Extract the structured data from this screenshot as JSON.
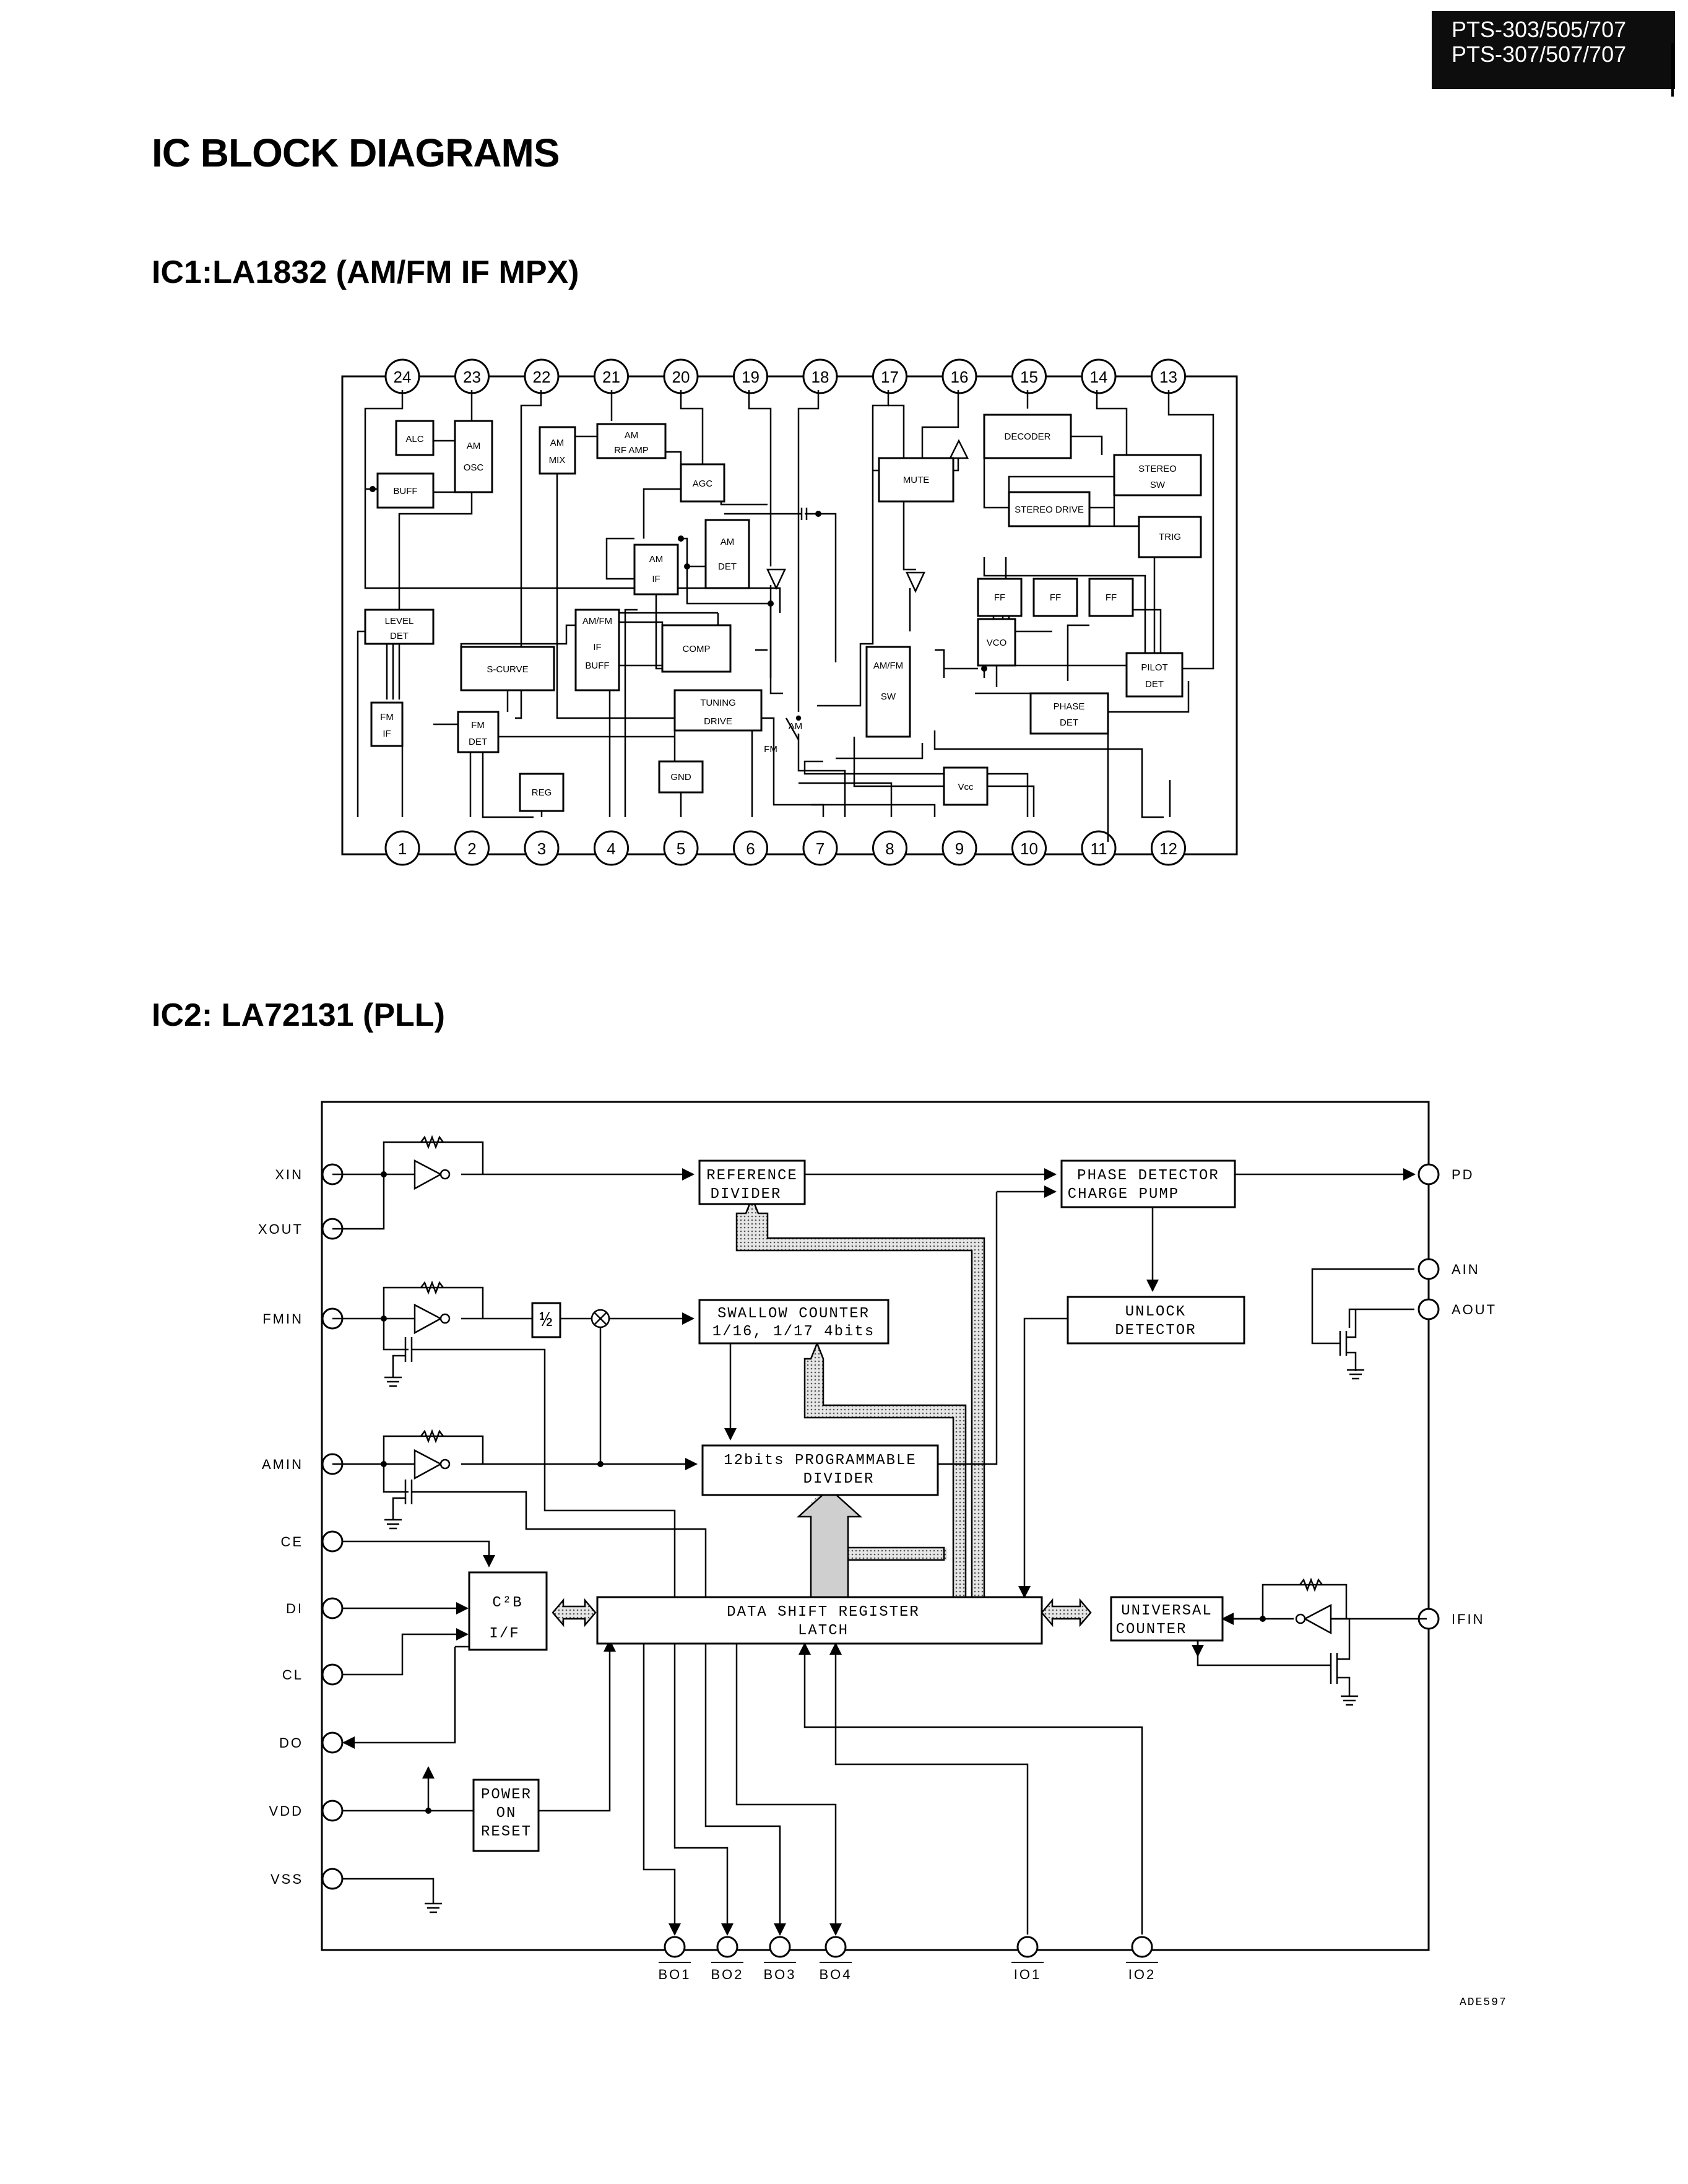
{
  "header": {
    "models": [
      "PTS-303/505/707",
      "PTS-307/507/707"
    ],
    "title": "IC BLOCK DIAGRAMS"
  },
  "ic1": {
    "title": "IC1:LA1832 (AM/FM IF MPX)",
    "top_pins": [
      "24",
      "23",
      "22",
      "21",
      "20",
      "19",
      "18",
      "17",
      "16",
      "15",
      "14",
      "13"
    ],
    "bottom_pins": [
      "1",
      "2",
      "3",
      "4",
      "5",
      "6",
      "7",
      "8",
      "9",
      "10",
      "11",
      "12"
    ],
    "blocks": {
      "alc": "ALC",
      "am_osc": [
        "AM",
        "OSC"
      ],
      "buff": "BUFF",
      "am_mix": [
        "AM",
        "MIX"
      ],
      "am_rf_amp": [
        "AM",
        "RF AMP"
      ],
      "agc": "AGC",
      "am_det": [
        "AM",
        "DET"
      ],
      "am_if": [
        "AM",
        "IF"
      ],
      "am_fm_if_buff": [
        "AM/FM",
        "IF",
        "BUFF"
      ],
      "comp": "COMP",
      "level_det": [
        "LEVEL",
        "DET"
      ],
      "s_curve": "S-CURVE",
      "fm_if": [
        "FM",
        "IF"
      ],
      "fm_det": [
        "FM",
        "DET"
      ],
      "tuning_drive": [
        "TUNING",
        "DRIVE"
      ],
      "reg": "REG",
      "gnd": "GND",
      "vcc": "Vcc",
      "mute": "MUTE",
      "decoder": "DECODER",
      "stereo_sw": [
        "STEREO",
        "SW"
      ],
      "stereo_drive": "STEREO DRIVE",
      "trig": "TRIG",
      "ff": "FF",
      "vco": "VCO",
      "am_fm_sw": [
        "AM/FM",
        "SW"
      ],
      "pilot_det": [
        "PILOT",
        "DET"
      ],
      "phase_det": [
        "PHASE",
        "DET"
      ]
    },
    "switch_labels": {
      "am": "AM",
      "fm": "FM"
    }
  },
  "ic2": {
    "title": "IC2: LA72131 (PLL)",
    "left_pins": [
      "XIN",
      "XOUT",
      "FMIN",
      "AMIN",
      "CE",
      "DI",
      "CL",
      "DO",
      "VDD",
      "VSS"
    ],
    "right_pins": [
      "PD",
      "AIN",
      "AOUT",
      "IFIN"
    ],
    "bottom_pins": [
      "BO1",
      "BO2",
      "BO3",
      "BO4",
      "IO1",
      "IO2"
    ],
    "blocks": {
      "reference_divider": [
        "REFERENCE",
        "DIVIDER"
      ],
      "phase_detector": [
        "PHASE DETECTOR",
        "CHARGE PUMP"
      ],
      "unlock_detector": [
        "UNLOCK",
        "DETECTOR"
      ],
      "swallow_counter": [
        "SWALLOW COUNTER",
        "1/16, 1/17 4bits"
      ],
      "programmable_divider": [
        "12bits PROGRAMMABLE",
        "DIVIDER"
      ],
      "data_shift_register": [
        "DATA SHIFT REGISTER",
        "LATCH"
      ],
      "universal_counter": [
        "UNIVERSAL",
        "COUNTER"
      ],
      "c2b": [
        "C²B",
        "I/F"
      ],
      "power_on_reset": [
        "POWER",
        "ON",
        "RESET"
      ],
      "half_divider": "½"
    }
  },
  "footer": {
    "code": "ADE597"
  },
  "colors": {
    "ink": "#000000",
    "paper": "#ffffff",
    "bus_fill": "#cfcfcf"
  }
}
